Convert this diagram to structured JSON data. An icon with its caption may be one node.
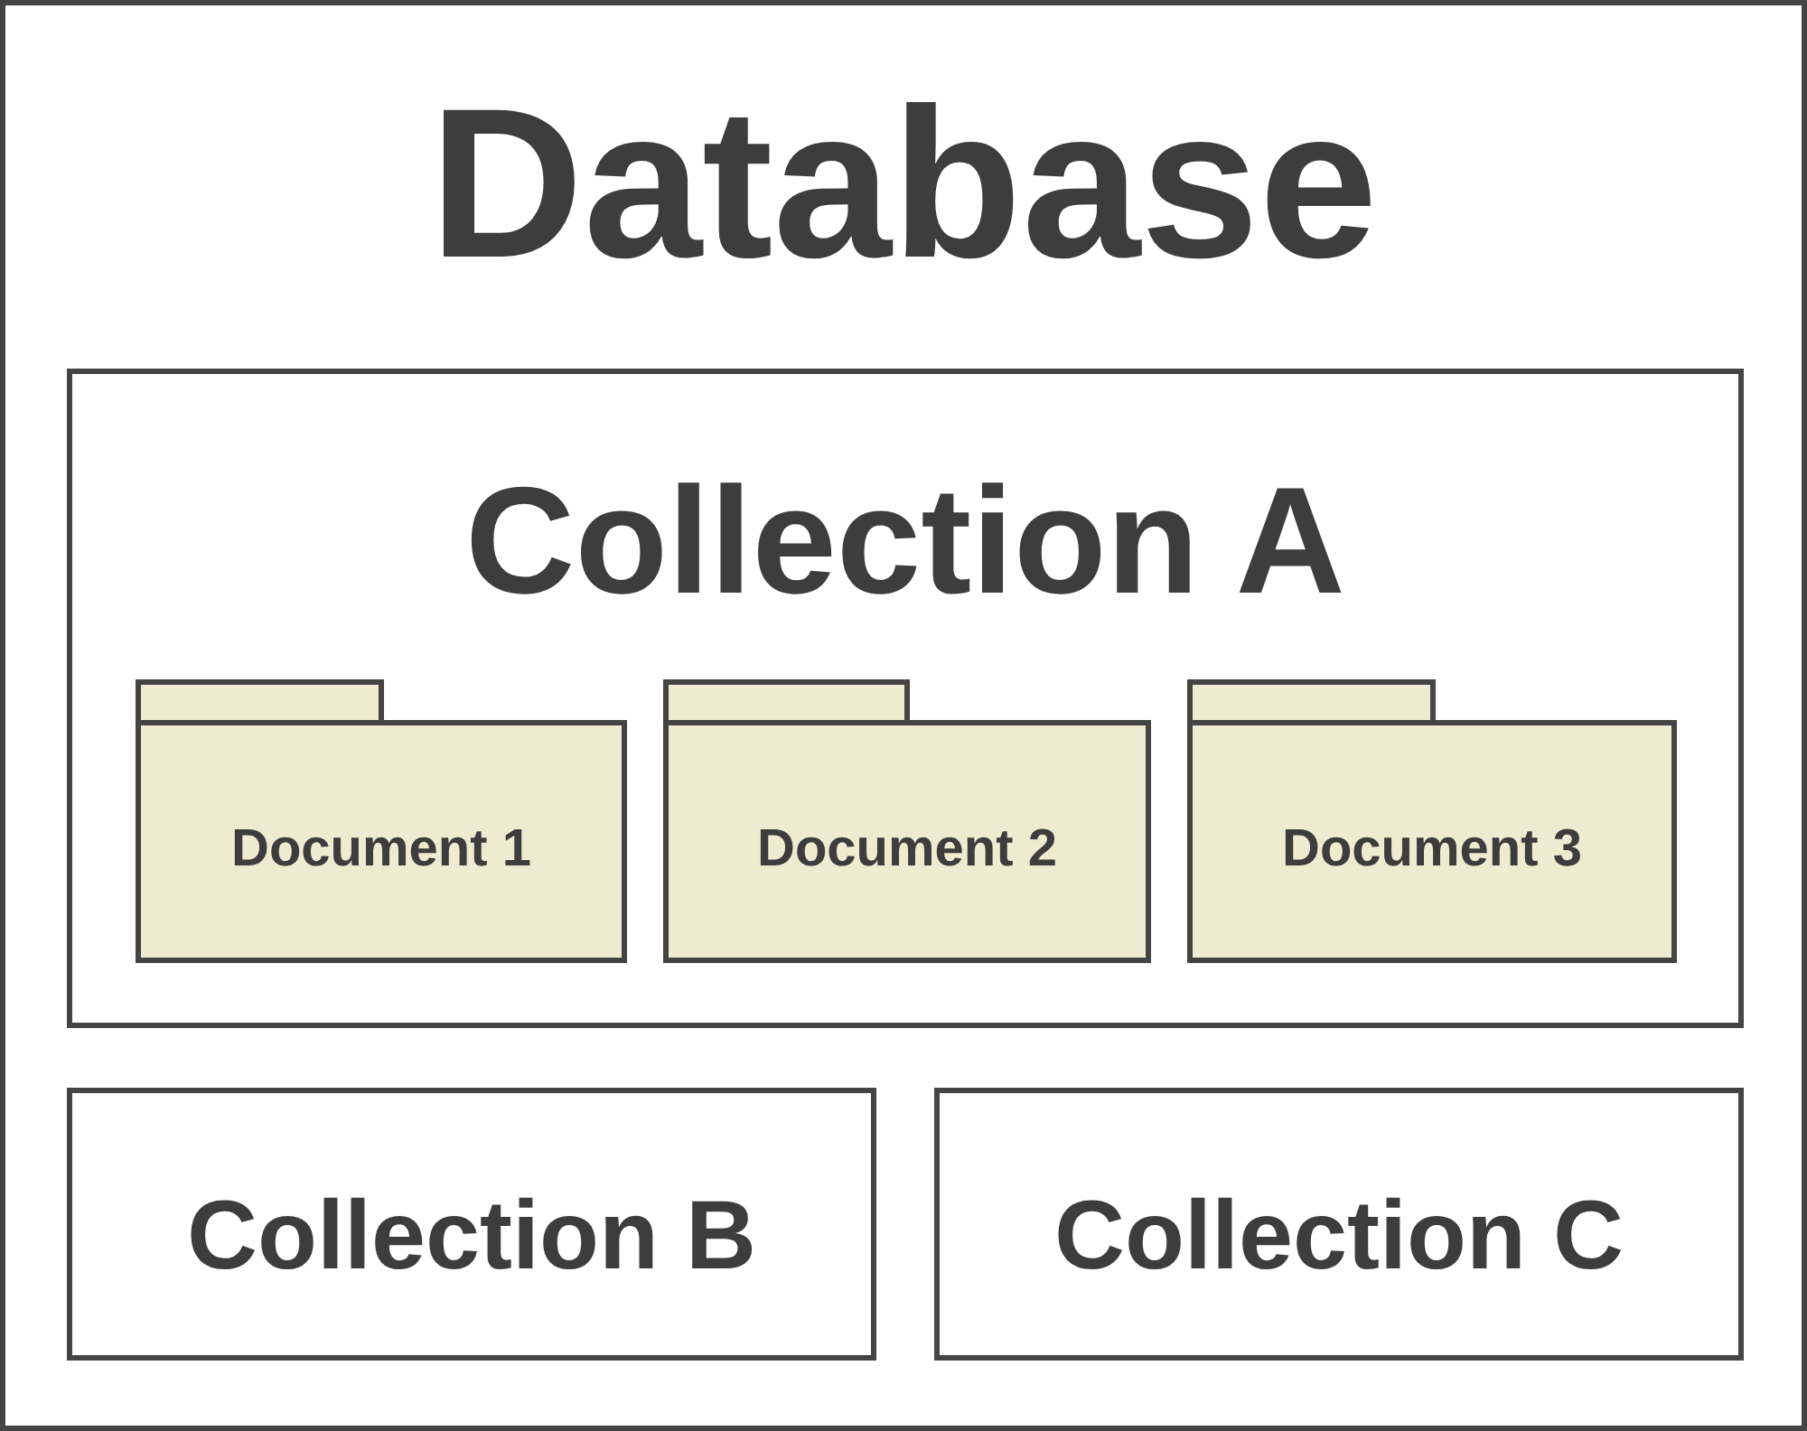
{
  "diagram": {
    "nodes": [
      {
        "text": [
          "Database"
        ]
      },
      {
        "text": [
          "Collection A"
        ],
        "in": 0
      },
      {
        "text": [
          "Document 1"
        ],
        "in": 1
      },
      {
        "text": [
          "Document 2"
        ],
        "in": 1
      },
      {
        "text": [
          "Document 3"
        ],
        "in": 1
      },
      {
        "text": [
          "Collection B"
        ],
        "in": 0
      },
      {
        "text": [
          "Collection C"
        ],
        "in": 0
      }
    ],
    "edges": []
  }
}
